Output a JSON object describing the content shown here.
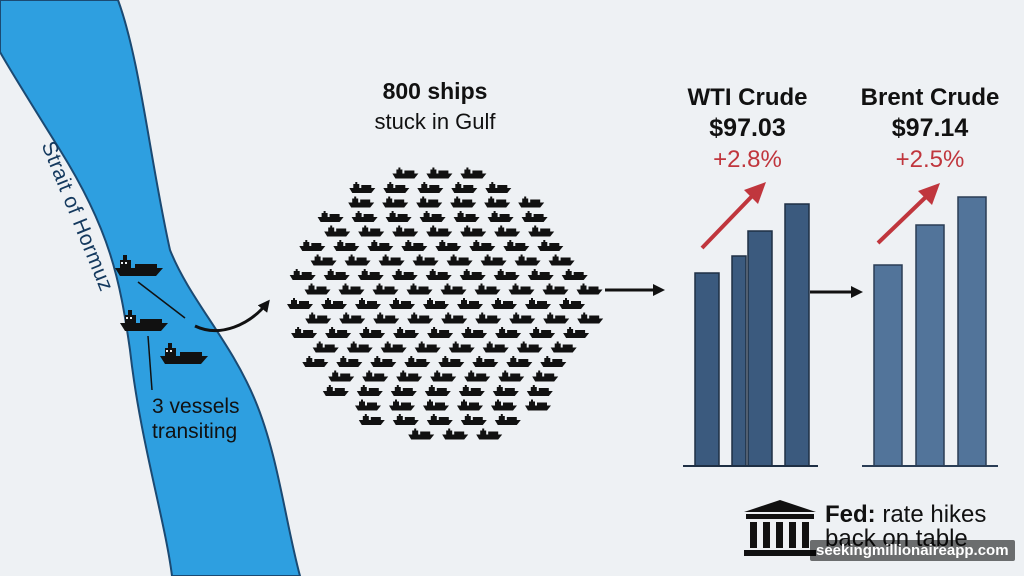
{
  "strait": {
    "label": "Strait of Hormuz",
    "transiting_label": "3 vessels\ntransiting",
    "vessels_shown": 3
  },
  "gulf": {
    "title": "800 ships",
    "subtitle": "stuck in Gulf"
  },
  "wti": {
    "name": "WTI Crude",
    "price": "$97.03",
    "change": "+2.8%"
  },
  "brent": {
    "name": "Brent Crude",
    "price": "$97.14",
    "change": "+2.5%"
  },
  "fed": {
    "label": "Fed:",
    "text_line1": "rate hikes",
    "text_line2": "back on table"
  },
  "watermark": "seekingmillionaireapp.com",
  "colors": {
    "background": "#eef1f4",
    "water": "#2e9fe0",
    "ship": "#111111",
    "wti_bars": "#3b5a7e",
    "brent_bars": "#52749a",
    "up_arrow": "#c0363d",
    "change_text": "#c0363d"
  },
  "icons": [
    "ship-icon",
    "bank-building-icon",
    "arrow-right-icon",
    "trend-up-arrow-icon"
  ]
}
